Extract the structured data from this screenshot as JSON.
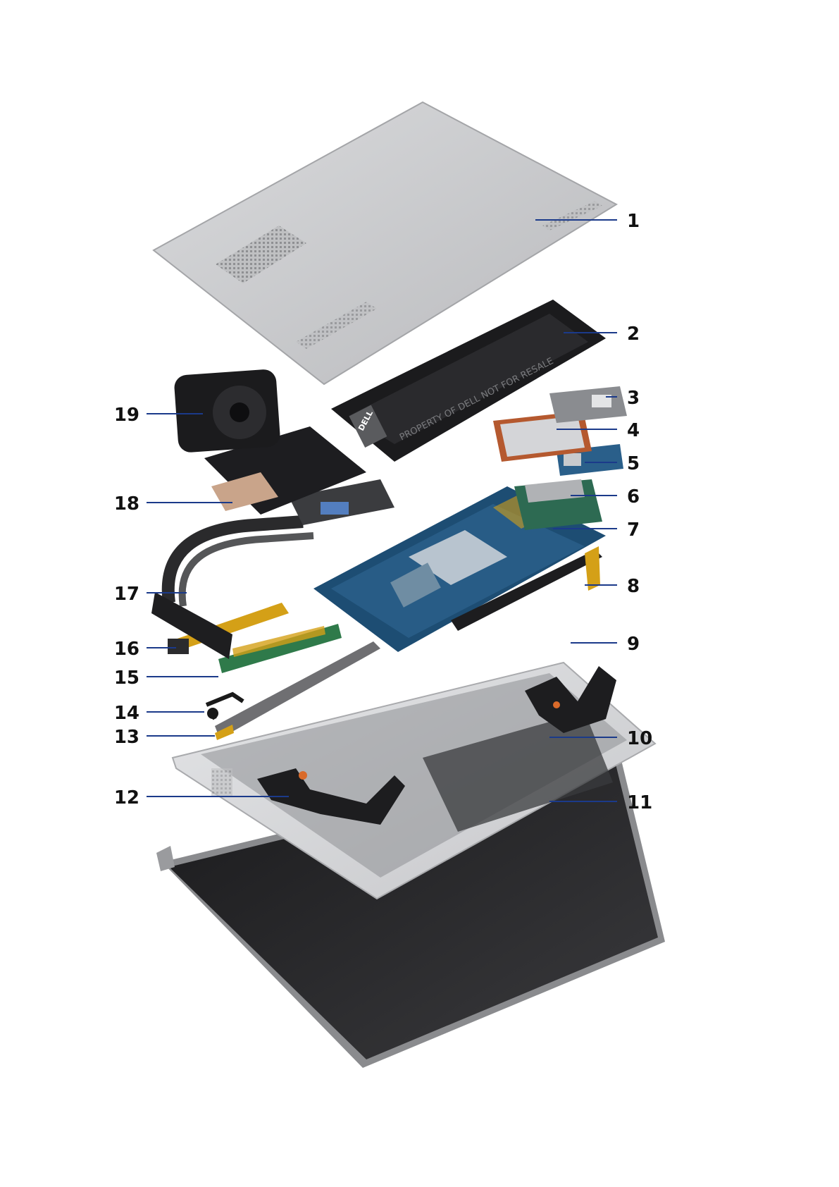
{
  "brand": "DELL",
  "battery_text": "PROPERTY OF DELL NOT FOR RESALE",
  "colors": {
    "leader_line": "#1b3a8a",
    "base_cover": "#c9cacc",
    "board_blue": "#1d4d73",
    "ssd_shield": "#b5592f",
    "display": "#2b2b2d",
    "ribbon_gold": "#d4a017",
    "board_green": "#2f7a4a"
  },
  "callouts": [
    {
      "number": "1",
      "part": "base cover"
    },
    {
      "number": "2",
      "part": "battery"
    },
    {
      "number": "3",
      "part": "ssd thermal plate"
    },
    {
      "number": "4",
      "part": "ssd shield"
    },
    {
      "number": "5",
      "part": "m.2 ssd"
    },
    {
      "number": "6",
      "part": "wwan card"
    },
    {
      "number": "7",
      "part": "system board"
    },
    {
      "number": "8",
      "part": "antenna module"
    },
    {
      "number": "9",
      "part": "right speaker"
    },
    {
      "number": "10",
      "part": "palm-rest assembly"
    },
    {
      "number": "11",
      "part": "display assembly"
    },
    {
      "number": "12",
      "part": "left speaker"
    },
    {
      "number": "13",
      "part": "antenna bar"
    },
    {
      "number": "14",
      "part": "power button"
    },
    {
      "number": "15",
      "part": "io board"
    },
    {
      "number": "16",
      "part": "io cable"
    },
    {
      "number": "17",
      "part": "heat sink"
    },
    {
      "number": "18",
      "part": "heat sink shield"
    },
    {
      "number": "19",
      "part": "fan"
    }
  ]
}
